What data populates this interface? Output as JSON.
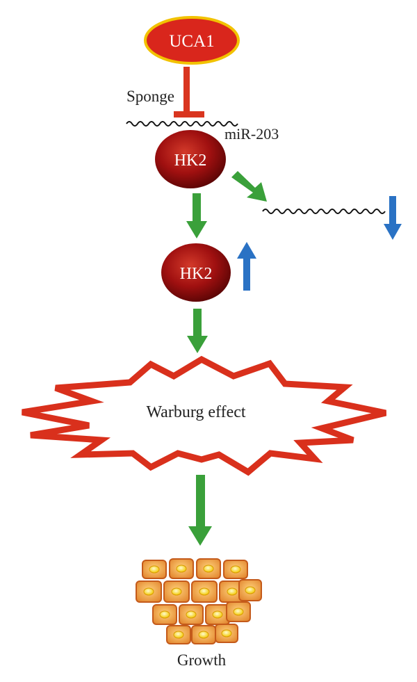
{
  "nodes": {
    "uca1": "UCA1",
    "hk2_top": "HK2",
    "hk2_mid": "HK2",
    "warburg": "Warburg effect",
    "growth": "Growth"
  },
  "labels": {
    "sponge": "Sponge",
    "mirna": "miR-203"
  },
  "colors": {
    "uca1_fill": "#d9261c",
    "uca1_stroke": "#f2c200",
    "hk2_fill": "#9a0d0d",
    "inhibit_red": "#d9351f",
    "activate_green": "#3aa03a",
    "updown_blue": "#2a72c4",
    "burst_stroke": "#d9301c",
    "cell_fill": "#f0a040",
    "cell_nucleus": "#ffe04a"
  }
}
